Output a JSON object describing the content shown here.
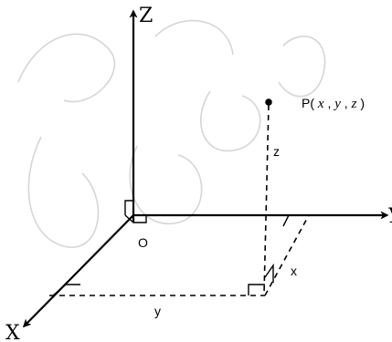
{
  "axes": {
    "z_label": "Z",
    "y_label": "Y",
    "x_label": "X"
  },
  "origin": {
    "label": "O"
  },
  "point": {
    "prefix": "P(",
    "x": "x",
    "sep1": ", ",
    "y": "y",
    "sep2": ", ",
    "z": "z",
    "suffix": ")"
  },
  "dimensions": {
    "z": "z",
    "x": "x",
    "y": "y"
  }
}
